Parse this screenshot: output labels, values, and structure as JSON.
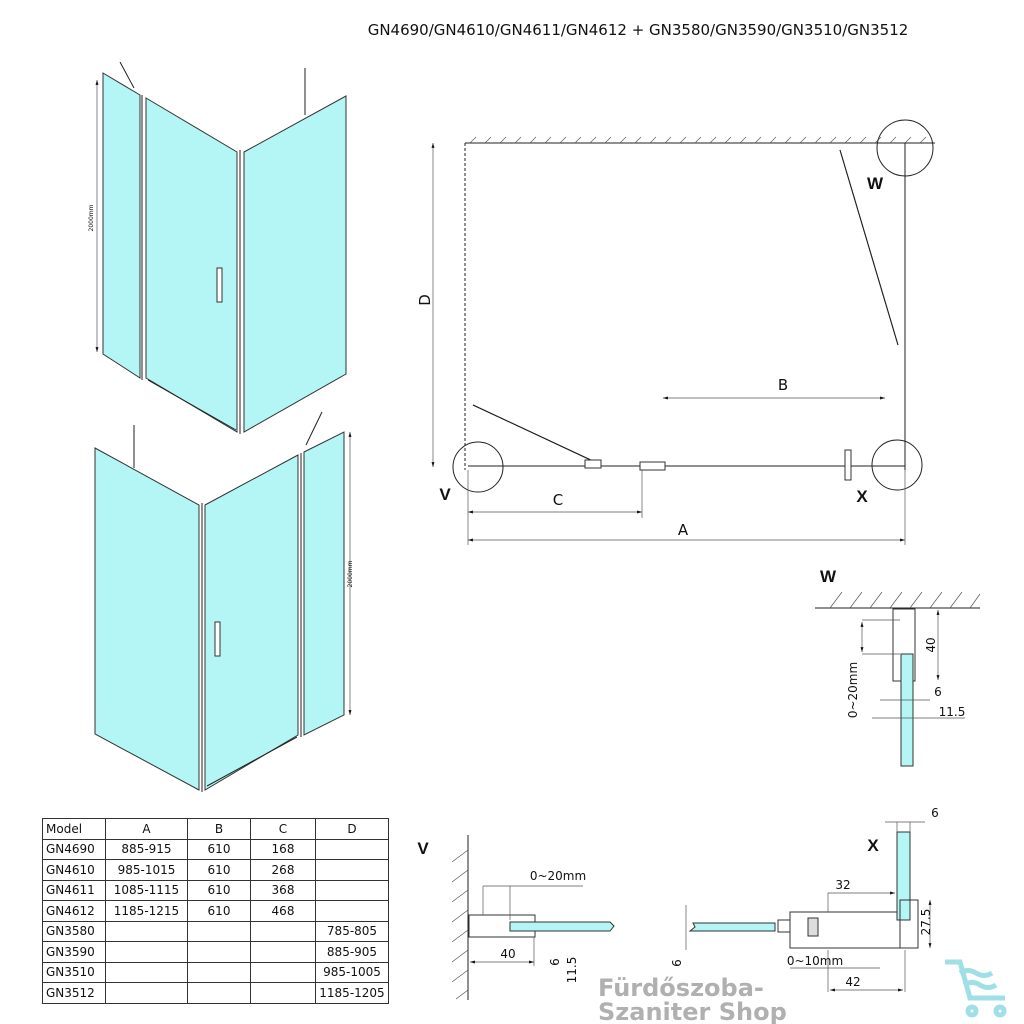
{
  "title": "GN4690/GN4610/GN4611/GN4612 + GN3580/GN3590/GN3510/GN3512",
  "iso_views": {
    "height_label_top": "2000mm",
    "height_label_bottom": "2000mm"
  },
  "plan": {
    "labels": {
      "D": "D",
      "B": "B",
      "C": "C",
      "A": "A",
      "W": "W",
      "V": "V",
      "X": "X"
    }
  },
  "detail_w": {
    "label": "W",
    "dims": {
      "d40": "40",
      "d6": "6",
      "d11_5": "11.5",
      "gap": "0~20mm"
    }
  },
  "detail_v": {
    "label": "V",
    "dims": {
      "gap": "0~20mm",
      "d40": "40",
      "d6": "6",
      "d11_5": "11.5"
    }
  },
  "detail_x": {
    "label": "X",
    "dims": {
      "d6_top": "6",
      "d32": "32",
      "d27_5": "27.5",
      "d6_left": "6",
      "gap": "0~10mm",
      "d42": "42"
    }
  },
  "table": {
    "headers": [
      "Model",
      "A",
      "B",
      "C",
      "D"
    ],
    "rows": [
      [
        "GN4690",
        "885-915",
        "610",
        "168",
        ""
      ],
      [
        "GN4610",
        "985-1015",
        "610",
        "268",
        ""
      ],
      [
        "GN4611",
        "1085-1115",
        "610",
        "368",
        ""
      ],
      [
        "GN4612",
        "1185-1215",
        "610",
        "468",
        ""
      ],
      [
        "GN3580",
        "",
        "",
        "",
        "785-805"
      ],
      [
        "GN3590",
        "",
        "",
        "",
        "885-905"
      ],
      [
        "GN3510",
        "",
        "",
        "",
        "985-1005"
      ],
      [
        "GN3512",
        "",
        "",
        "",
        "1185-1205"
      ]
    ]
  },
  "watermark": {
    "line1": "Fürdőszoba-",
    "line2": "Szaniter Shop"
  },
  "colors": {
    "glass": "#b4f5f5",
    "watermark_icon": "#9fdfe6",
    "watermark_text": "#b0b0b0"
  }
}
